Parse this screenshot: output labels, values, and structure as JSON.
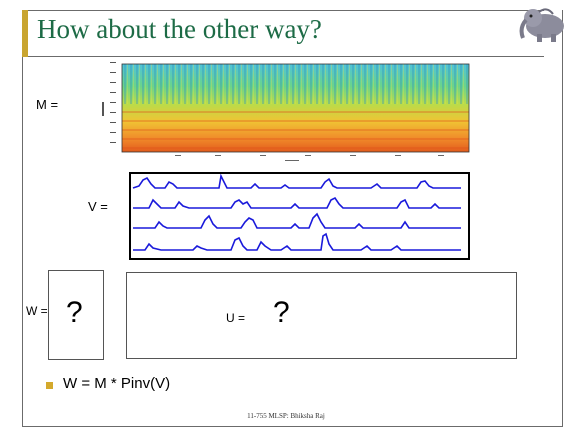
{
  "slide": {
    "title": "How about the other way?",
    "m_label": "M =",
    "v_label": "V =",
    "w_label": "W =",
    "u_label": "U =",
    "w_value": "?",
    "u_value": "?",
    "formula": "W = M * Pinv(V)",
    "footer": "11-755 MLSP: Bhiksha Raj",
    "accent_color": "#c9a530",
    "title_color": "#1d6b46",
    "plot_line_color": "#1a1adb",
    "bullet_icon": "square-bullet-icon",
    "mascot_icon": "elephant-mascot-icon"
  }
}
